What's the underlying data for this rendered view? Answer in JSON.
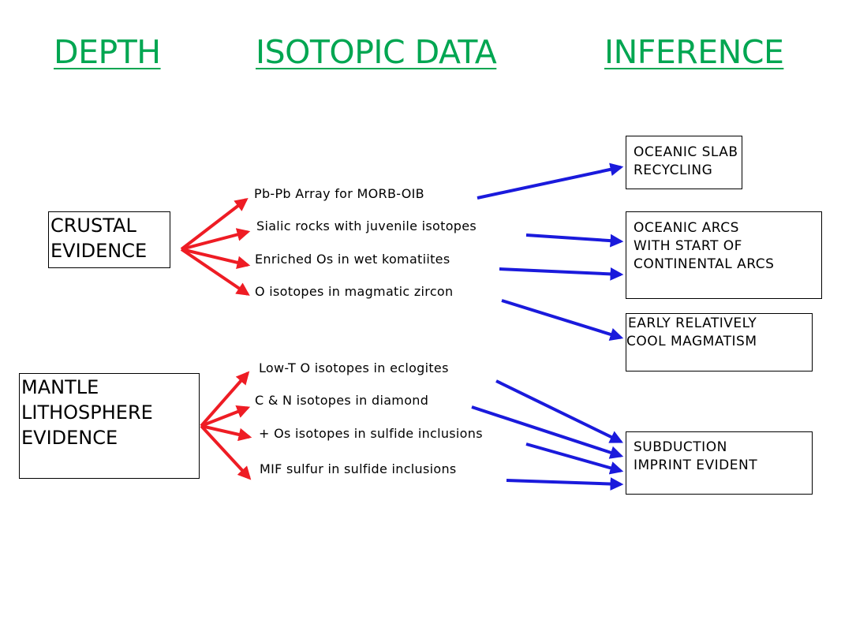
{
  "headings": {
    "depth": "DEPTH",
    "isotopic": "ISOTOPIC DATA",
    "inference": "INFERENCE"
  },
  "sources": {
    "crustal": [
      "CRUSTAL",
      "EVIDENCE"
    ],
    "mantle": [
      "MANTLE",
      "LITHOSPHERE",
      "EVIDENCE"
    ]
  },
  "evidence": [
    "Pb-Pb Array for MORB-OIB",
    "Sialic rocks with juvenile isotopes",
    "Enriched Os in wet komatiites",
    "O isotopes in magmatic zircon",
    "Low-T O isotopes in eclogites",
    "C & N  isotopes in diamond",
    "+ Os isotopes in sulfide inclusions",
    "MIF sulfur in sulfide inclusions"
  ],
  "inferences": {
    "slab": [
      "OCEANIC SLAB",
      "RECYCLING"
    ],
    "arcs": [
      "OCEANIC ARCS",
      "WITH START OF",
      "CONTINENTAL ARCS"
    ],
    "cool": [
      "EARLY RELATIVELY",
      "COOL MAGMATISM"
    ],
    "subduction": [
      "SUBDUCTION",
      "IMPRINT EVIDENT"
    ]
  },
  "colors": {
    "heading": "#00a651",
    "source_arrow": "#ee1c24",
    "inference_arrow": "#1a1adc"
  }
}
